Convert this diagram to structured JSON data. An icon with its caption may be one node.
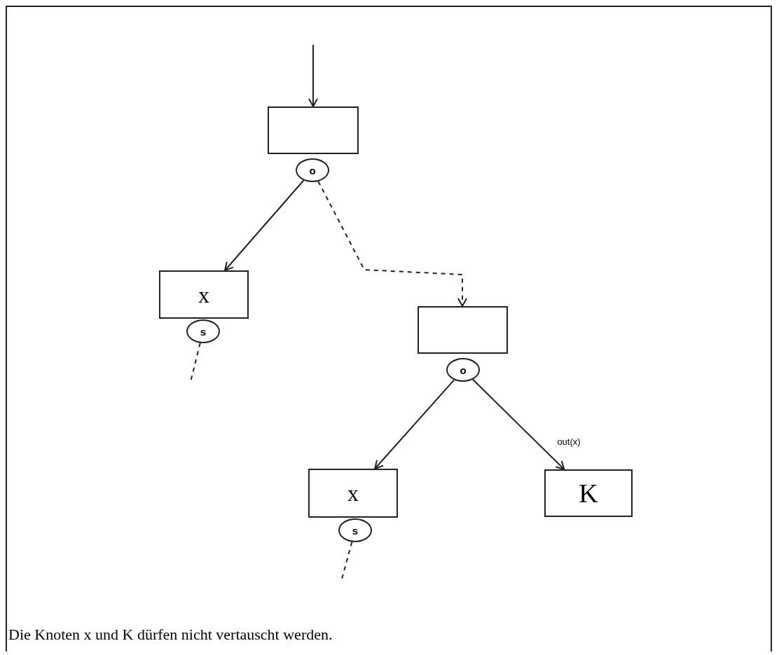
{
  "diagram": {
    "caption": "Die Knoten x und K dürfen nicht vertauscht werden.",
    "nodes": [
      {
        "text": [],
        "shape": "box"
      },
      {
        "text": [
          "o"
        ]
      },
      {
        "text": [
          "x"
        ]
      },
      {
        "text": [
          "s"
        ]
      },
      {
        "text": [],
        "shape": "box"
      },
      {
        "text": [
          "o"
        ]
      },
      {
        "text": [
          "x"
        ]
      },
      {
        "text": [
          "s"
        ]
      },
      {
        "text": [
          "K"
        ]
      }
    ],
    "edges": [
      {
        "from": null,
        "to": 0,
        "arrow": "to"
      },
      {
        "from": 1,
        "to": 2,
        "arrow": "to"
      },
      {
        "from": 1,
        "to": 4,
        "arrow": "to",
        "style": "dashed"
      },
      {
        "from": 3,
        "to": null,
        "arrow": "none",
        "style": "dashed"
      },
      {
        "from": 5,
        "to": 6,
        "arrow": "to"
      },
      {
        "from": 5,
        "to": 8,
        "arrow": "to",
        "label": "out(x)"
      },
      {
        "from": 7,
        "to": null,
        "arrow": "none",
        "style": "dashed"
      }
    ]
  }
}
